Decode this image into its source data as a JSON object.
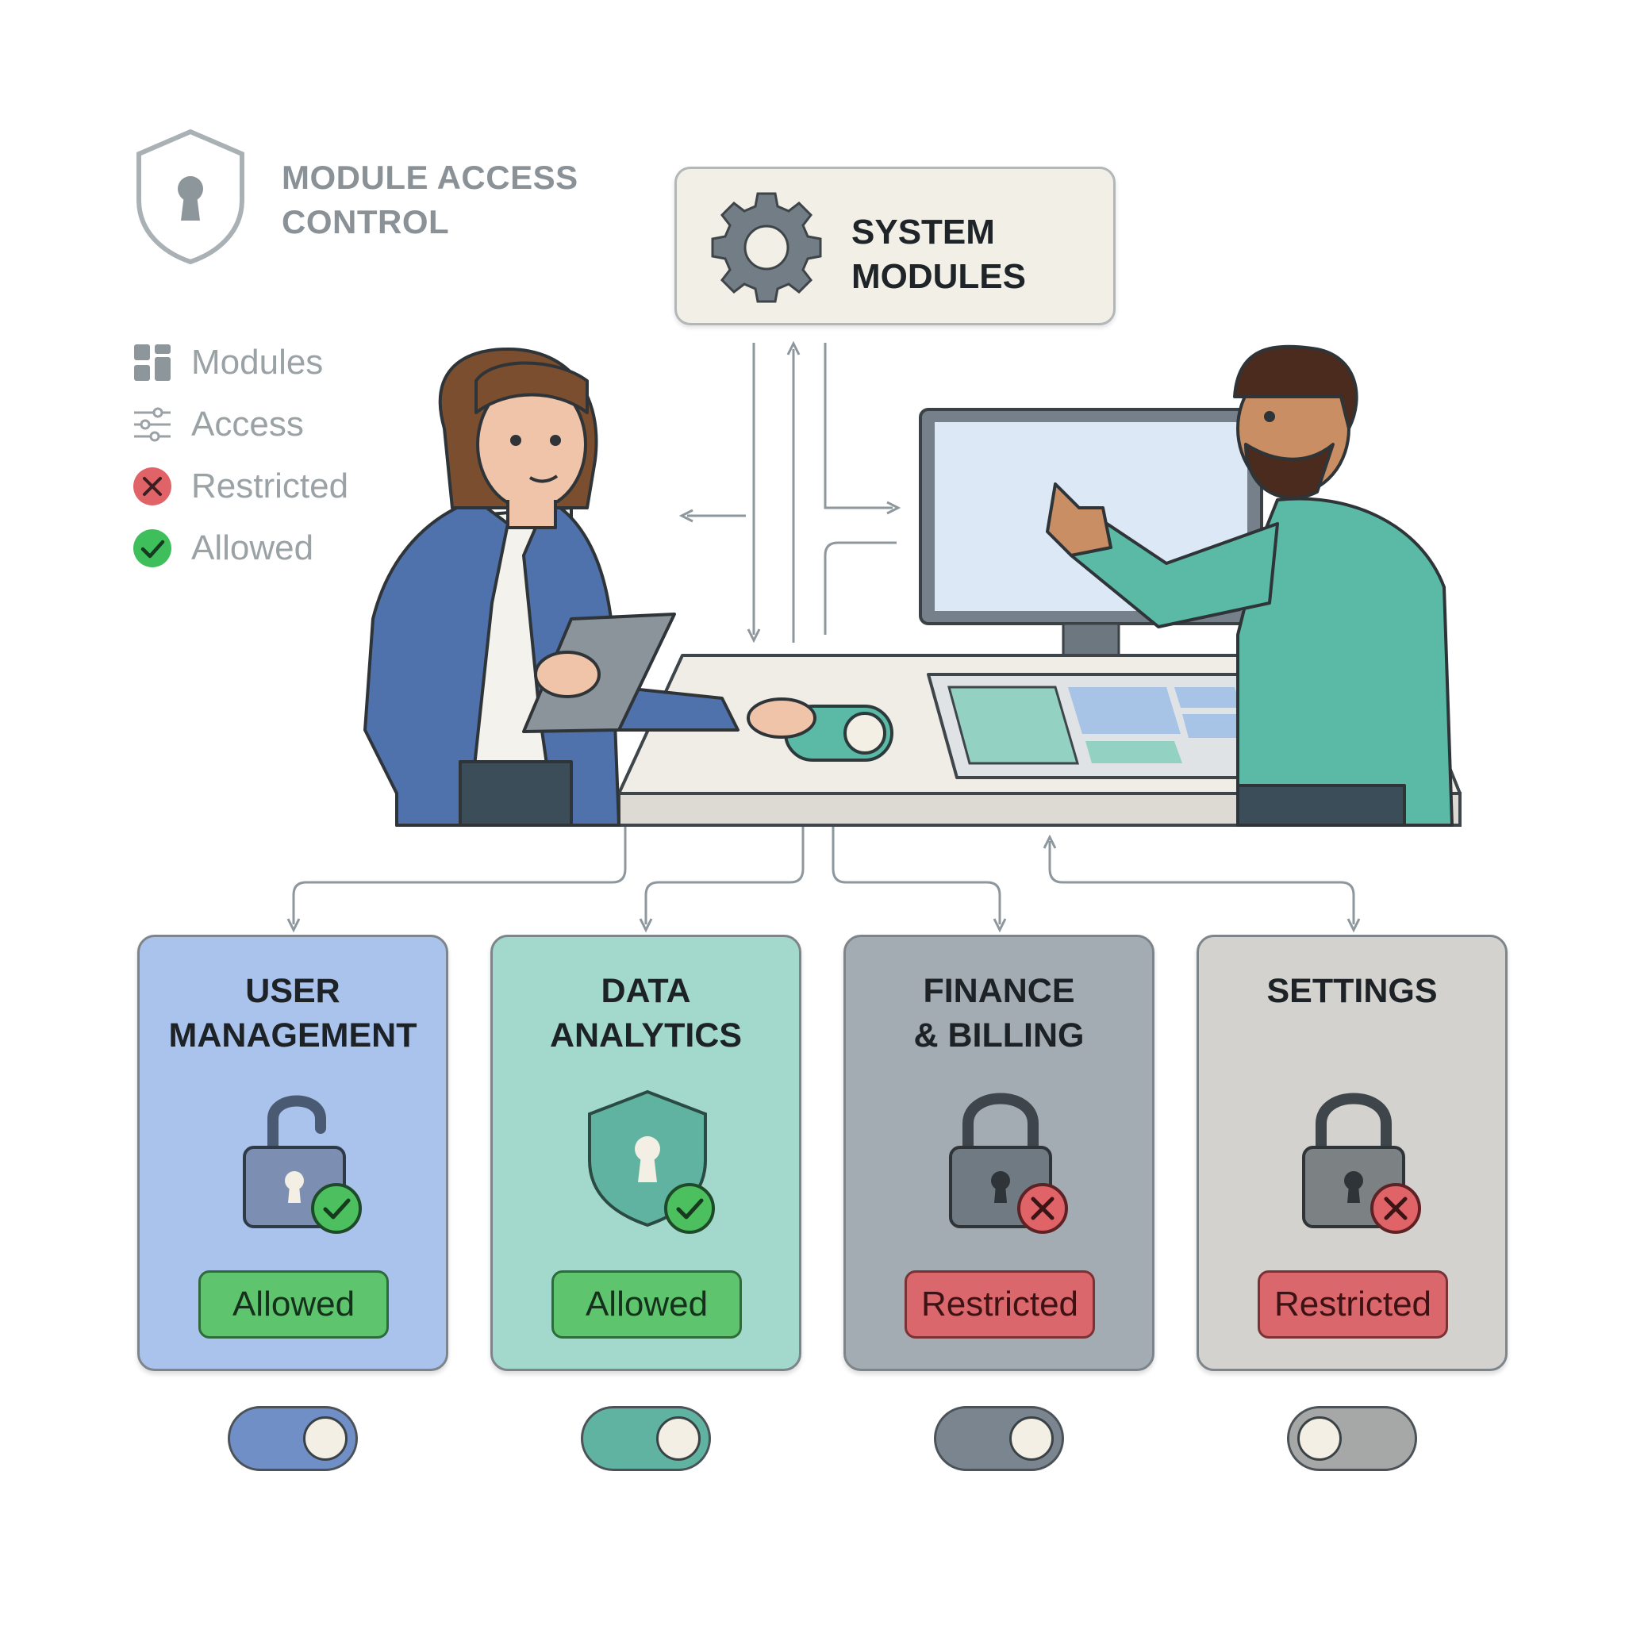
{
  "title": {
    "line1": "MODULE ACCESS",
    "line2": "CONTROL"
  },
  "legend": [
    {
      "icon": "modules-grid-icon",
      "label": "Modules"
    },
    {
      "icon": "sliders-icon",
      "label": "Access"
    },
    {
      "icon": "x-circle-icon",
      "label": "Restricted"
    },
    {
      "icon": "check-circle-icon",
      "label": "Allowed"
    }
  ],
  "system_box": {
    "line1": "SYSTEM",
    "line2": "MODULES"
  },
  "modules": [
    {
      "title": "USER\nMANAGEMENT",
      "icon": "unlocked-padlock-icon",
      "status": "Allowed",
      "toggle": "on",
      "color": "#a9c3ec",
      "toggle_color": "#6f8fc6"
    },
    {
      "title": "DATA\nANALYTICS",
      "icon": "shield-keyhole-icon",
      "status": "Allowed",
      "toggle": "on",
      "color": "#a2d9cc",
      "toggle_color": "#5fb3a0"
    },
    {
      "title": "FINANCE\n& BILLING",
      "icon": "locked-padlock-icon",
      "status": "Restricted",
      "toggle": "on",
      "color": "#a3abb3",
      "toggle_color": "#7a858f"
    },
    {
      "title": "SETTINGS",
      "icon": "locked-padlock-icon",
      "status": "Restricted",
      "toggle": "off",
      "color": "#d3d2cf",
      "toggle_color": "#a6a8a8"
    }
  ],
  "colors": {
    "allowed": "#5ec46e",
    "restricted": "#d9676b",
    "accent_teal": "#5bbaa6",
    "accent_blue": "#4f72ad"
  }
}
